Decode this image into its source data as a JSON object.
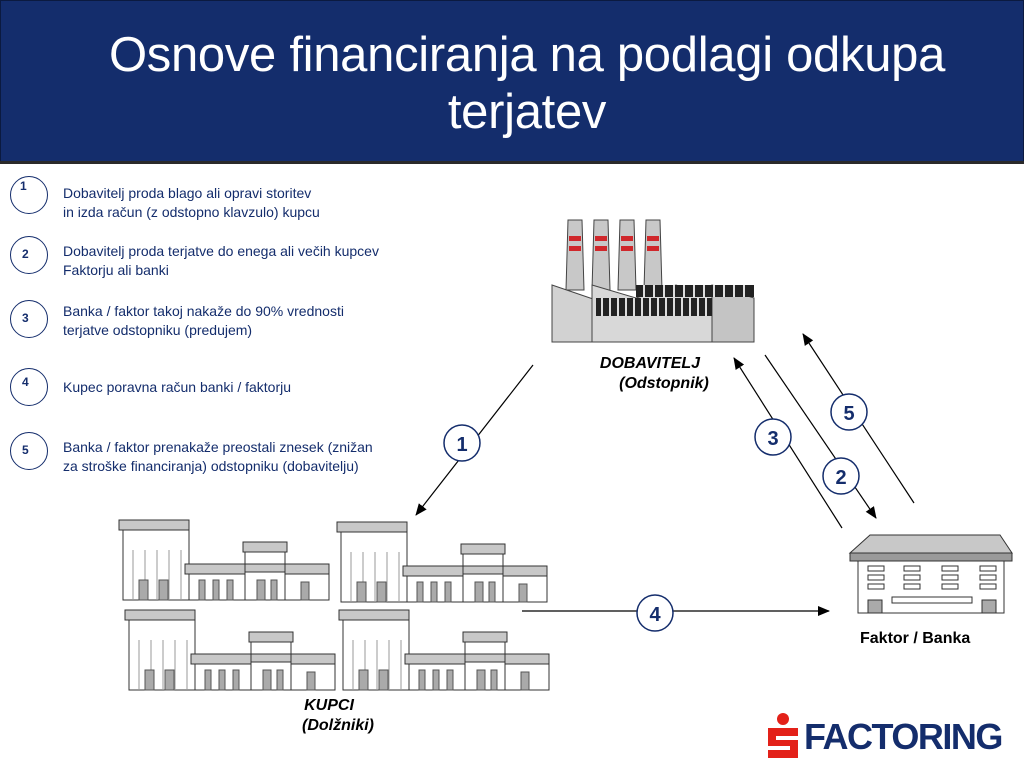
{
  "title": "Osnove financiranja na podlagi odkupa terjatev",
  "steps": [
    {
      "num": "1",
      "text": "Dobavitelj proda blago ali opravi storitev\nin izda račun (z odstopno klavzulo) kupcu"
    },
    {
      "num": "2",
      "text": "Dobavitelj proda terjatve do enega ali večih kupcev\nFaktorju ali banki"
    },
    {
      "num": "3",
      "text": "Banka / faktor takoj nakaže do 90% vrednosti\nterjatve odstopniku (predujem)"
    },
    {
      "num": "4",
      "text": "Kupec poravna račun banki / faktorju"
    },
    {
      "num": "5",
      "text": "Banka / faktor prenakaže preostali znesek (znižan\nza stroške financiranja) odstopniku (dobavitelju)"
    }
  ],
  "nodes": {
    "supplier": {
      "name": "DOBAVITELJ",
      "sub": "(Odstopnik)"
    },
    "buyers": {
      "name": "KUPCI",
      "sub": "(Dolžniki)"
    },
    "factor": {
      "name": "Faktor / Banka"
    }
  },
  "flow_labels": {
    "f1": "1",
    "f2": "2",
    "f3": "3",
    "f4": "4",
    "f5": "5"
  },
  "logo": {
    "text": "FACTORING",
    "color": "#142d6c",
    "accent": "#e32119"
  },
  "colors": {
    "header": "#142d6c",
    "text": "#142d6c"
  }
}
